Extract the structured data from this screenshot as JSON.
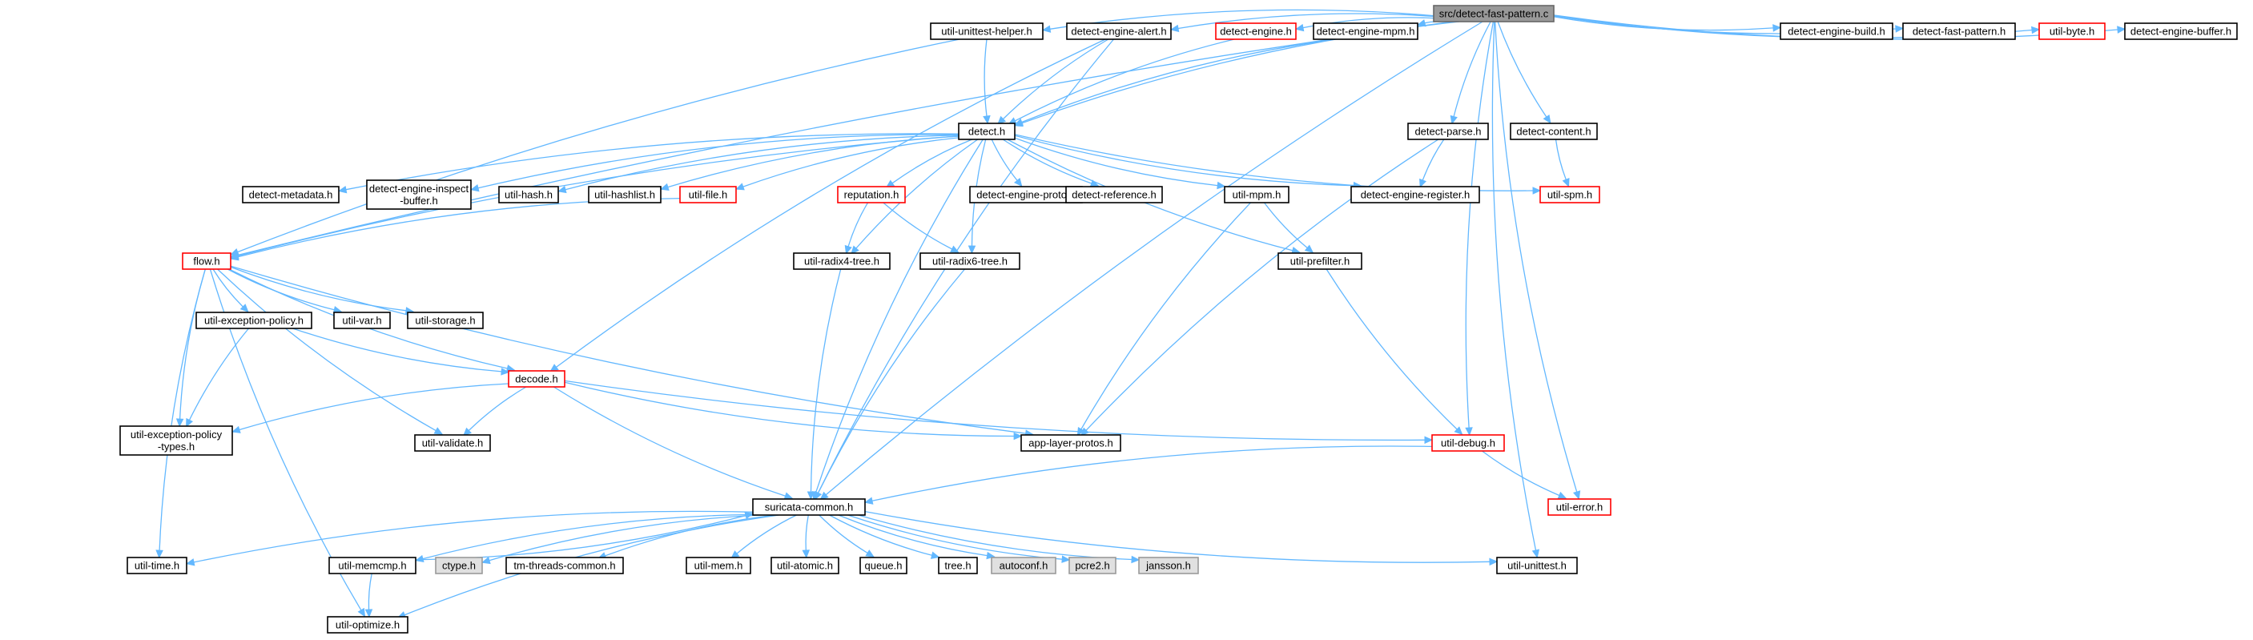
{
  "colors": {
    "edge": "#63b8ff",
    "default_border": "#000000",
    "default_fill": "#ffffff",
    "red_border": "#ff0000",
    "root_fill": "#999999",
    "root_border": "#666666",
    "gray_fill": "#e0e0e0",
    "gray_border": "#999999"
  },
  "nodes": [
    {
      "id": "root",
      "label": "src/detect-fast-pattern.c",
      "style": "root"
    },
    {
      "id": "unittest-helper",
      "label": "util-unittest-helper.h",
      "style": "normal"
    },
    {
      "id": "engine-alert",
      "label": "detect-engine-alert.h",
      "style": "normal"
    },
    {
      "id": "detect-engine",
      "label": "detect-engine.h",
      "style": "red"
    },
    {
      "id": "engine-mpm",
      "label": "detect-engine-mpm.h",
      "style": "normal"
    },
    {
      "id": "engine-build",
      "label": "detect-engine-build.h",
      "style": "normal"
    },
    {
      "id": "fast-pattern",
      "label": "detect-fast-pattern.h",
      "style": "normal"
    },
    {
      "id": "util-byte",
      "label": "util-byte.h",
      "style": "red"
    },
    {
      "id": "engine-buffer",
      "label": "detect-engine-buffer.h",
      "style": "normal"
    },
    {
      "id": "detect",
      "label": "detect.h",
      "style": "normal"
    },
    {
      "id": "detect-parse",
      "label": "detect-parse.h",
      "style": "normal"
    },
    {
      "id": "detect-content",
      "label": "detect-content.h",
      "style": "normal"
    },
    {
      "id": "metadata",
      "label": "detect-metadata.h",
      "style": "normal"
    },
    {
      "id": "inspect-buffer",
      "label": "detect-engine-inspect\n-buffer.h",
      "style": "normal"
    },
    {
      "id": "util-hash",
      "label": "util-hash.h",
      "style": "normal"
    },
    {
      "id": "util-hashlist",
      "label": "util-hashlist.h",
      "style": "normal"
    },
    {
      "id": "util-file",
      "label": "util-file.h",
      "style": "red"
    },
    {
      "id": "reputation",
      "label": "reputation.h",
      "style": "red"
    },
    {
      "id": "engine-proto",
      "label": "detect-engine-proto.h",
      "style": "normal"
    },
    {
      "id": "reference",
      "label": "detect-reference.h",
      "style": "normal"
    },
    {
      "id": "util-mpm",
      "label": "util-mpm.h",
      "style": "normal"
    },
    {
      "id": "engine-register",
      "label": "detect-engine-register.h",
      "style": "normal"
    },
    {
      "id": "util-spm",
      "label": "util-spm.h",
      "style": "red"
    },
    {
      "id": "flow",
      "label": "flow.h",
      "style": "red"
    },
    {
      "id": "radix4",
      "label": "util-radix4-tree.h",
      "style": "normal"
    },
    {
      "id": "radix6",
      "label": "util-radix6-tree.h",
      "style": "normal"
    },
    {
      "id": "prefilter",
      "label": "util-prefilter.h",
      "style": "normal"
    },
    {
      "id": "exception-policy",
      "label": "util-exception-policy.h",
      "style": "normal"
    },
    {
      "id": "util-var",
      "label": "util-var.h",
      "style": "normal"
    },
    {
      "id": "util-storage",
      "label": "util-storage.h",
      "style": "normal"
    },
    {
      "id": "decode",
      "label": "decode.h",
      "style": "red"
    },
    {
      "id": "exception-policy-types",
      "label": "util-exception-policy\n-types.h",
      "style": "normal"
    },
    {
      "id": "util-validate",
      "label": "util-validate.h",
      "style": "normal"
    },
    {
      "id": "app-layer-protos",
      "label": "app-layer-protos.h",
      "style": "normal"
    },
    {
      "id": "util-debug",
      "label": "util-debug.h",
      "style": "red"
    },
    {
      "id": "suricata-common",
      "label": "suricata-common.h",
      "style": "normal"
    },
    {
      "id": "util-error",
      "label": "util-error.h",
      "style": "red"
    },
    {
      "id": "util-time",
      "label": "util-time.h",
      "style": "normal"
    },
    {
      "id": "util-memcmp",
      "label": "util-memcmp.h",
      "style": "normal"
    },
    {
      "id": "ctype",
      "label": "ctype.h",
      "style": "gray"
    },
    {
      "id": "tm-threads-common",
      "label": "tm-threads-common.h",
      "style": "normal"
    },
    {
      "id": "util-mem",
      "label": "util-mem.h",
      "style": "normal"
    },
    {
      "id": "util-atomic",
      "label": "util-atomic.h",
      "style": "normal"
    },
    {
      "id": "queue",
      "label": "queue.h",
      "style": "normal"
    },
    {
      "id": "tree",
      "label": "tree.h",
      "style": "normal"
    },
    {
      "id": "autoconf",
      "label": "autoconf.h",
      "style": "gray"
    },
    {
      "id": "pcre2",
      "label": "pcre2.h",
      "style": "gray"
    },
    {
      "id": "jansson",
      "label": "jansson.h",
      "style": "gray"
    },
    {
      "id": "util-unittest",
      "label": "util-unittest.h",
      "style": "normal"
    },
    {
      "id": "util-optimize",
      "label": "util-optimize.h",
      "style": "normal"
    }
  ],
  "edges": [
    [
      "root",
      "unittest-helper"
    ],
    [
      "root",
      "engine-alert"
    ],
    [
      "root",
      "detect-engine"
    ],
    [
      "root",
      "engine-mpm"
    ],
    [
      "root",
      "engine-build"
    ],
    [
      "root",
      "fast-pattern"
    ],
    [
      "root",
      "util-byte"
    ],
    [
      "root",
      "engine-buffer"
    ],
    [
      "root",
      "detect"
    ],
    [
      "root",
      "detect-parse"
    ],
    [
      "root",
      "detect-content"
    ],
    [
      "root",
      "flow"
    ],
    [
      "root",
      "suricata-common"
    ],
    [
      "root",
      "util-debug"
    ],
    [
      "root",
      "util-error"
    ],
    [
      "root",
      "util-unittest"
    ],
    [
      "unittest-helper",
      "detect"
    ],
    [
      "unittest-helper",
      "flow"
    ],
    [
      "engine-alert",
      "detect"
    ],
    [
      "engine-alert",
      "decode"
    ],
    [
      "engine-alert",
      "suricata-common"
    ],
    [
      "detect-engine",
      "detect"
    ],
    [
      "engine-mpm",
      "detect"
    ],
    [
      "detect-parse",
      "engine-register"
    ],
    [
      "detect-parse",
      "app-layer-protos"
    ],
    [
      "detect-content",
      "util-spm"
    ],
    [
      "detect",
      "metadata"
    ],
    [
      "detect",
      "inspect-buffer"
    ],
    [
      "detect",
      "util-hash"
    ],
    [
      "detect",
      "util-hashlist"
    ],
    [
      "detect",
      "util-file"
    ],
    [
      "detect",
      "reputation"
    ],
    [
      "detect",
      "engine-proto"
    ],
    [
      "detect",
      "reference"
    ],
    [
      "detect",
      "util-mpm"
    ],
    [
      "detect",
      "engine-register"
    ],
    [
      "detect",
      "util-spm"
    ],
    [
      "detect",
      "flow"
    ],
    [
      "detect",
      "radix4"
    ],
    [
      "detect",
      "radix6"
    ],
    [
      "detect",
      "prefilter"
    ],
    [
      "detect",
      "suricata-common"
    ],
    [
      "util-file",
      "flow"
    ],
    [
      "reputation",
      "radix4"
    ],
    [
      "reputation",
      "radix6"
    ],
    [
      "util-mpm",
      "prefilter"
    ],
    [
      "util-mpm",
      "app-layer-protos"
    ],
    [
      "radix4",
      "suricata-common"
    ],
    [
      "radix6",
      "suricata-common"
    ],
    [
      "prefilter",
      "util-debug"
    ],
    [
      "flow",
      "exception-policy"
    ],
    [
      "flow",
      "util-var"
    ],
    [
      "flow",
      "util-storage"
    ],
    [
      "flow",
      "decode"
    ],
    [
      "flow",
      "exception-policy-types"
    ],
    [
      "flow",
      "util-validate"
    ],
    [
      "flow",
      "app-layer-protos"
    ],
    [
      "flow",
      "util-time"
    ],
    [
      "flow",
      "util-optimize"
    ],
    [
      "exception-policy",
      "decode"
    ],
    [
      "exception-policy",
      "exception-policy-types"
    ],
    [
      "decode",
      "exception-policy-types"
    ],
    [
      "decode",
      "util-validate"
    ],
    [
      "decode",
      "app-layer-protos"
    ],
    [
      "decode",
      "util-debug"
    ],
    [
      "decode",
      "suricata-common"
    ],
    [
      "util-debug",
      "suricata-common"
    ],
    [
      "util-debug",
      "util-error"
    ],
    [
      "suricata-common",
      "util-time"
    ],
    [
      "suricata-common",
      "util-memcmp"
    ],
    [
      "suricata-common",
      "ctype"
    ],
    [
      "suricata-common",
      "tm-threads-common"
    ],
    [
      "suricata-common",
      "util-mem"
    ],
    [
      "suricata-common",
      "util-atomic"
    ],
    [
      "suricata-common",
      "queue"
    ],
    [
      "suricata-common",
      "tree"
    ],
    [
      "suricata-common",
      "autoconf"
    ],
    [
      "suricata-common",
      "pcre2"
    ],
    [
      "suricata-common",
      "jansson"
    ],
    [
      "suricata-common",
      "util-unittest"
    ],
    [
      "suricata-common",
      "util-optimize"
    ],
    [
      "util-memcmp",
      "suricata-common"
    ],
    [
      "util-memcmp",
      "util-optimize"
    ]
  ]
}
